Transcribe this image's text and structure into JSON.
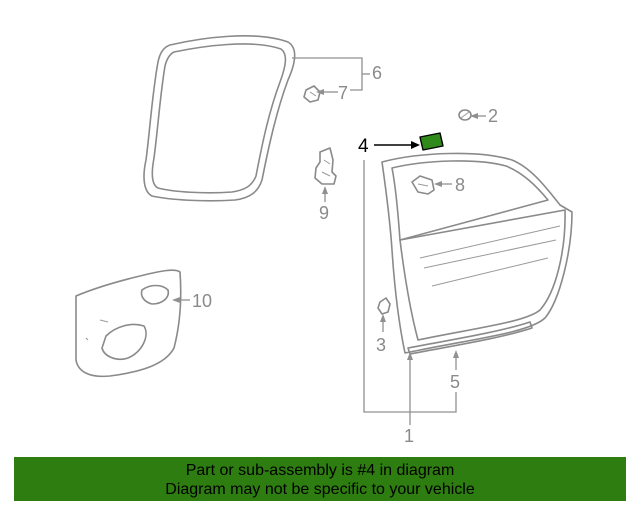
{
  "diagram": {
    "callouts": {
      "c1": "1",
      "c2": "2",
      "c3": "3",
      "c4": "4",
      "c5": "5",
      "c6": "6",
      "c7": "7",
      "c8": "8",
      "c9": "9",
      "c10": "10"
    },
    "highlighted_part": "4",
    "colors": {
      "part_line": "#8a8a8a",
      "highlight_fill": "#2f8a1a",
      "banner_bg": "#2e7d10"
    }
  },
  "banner": {
    "line1": "Part or sub-assembly is #4 in diagram",
    "line2": "Diagram may not be specific to your vehicle"
  }
}
